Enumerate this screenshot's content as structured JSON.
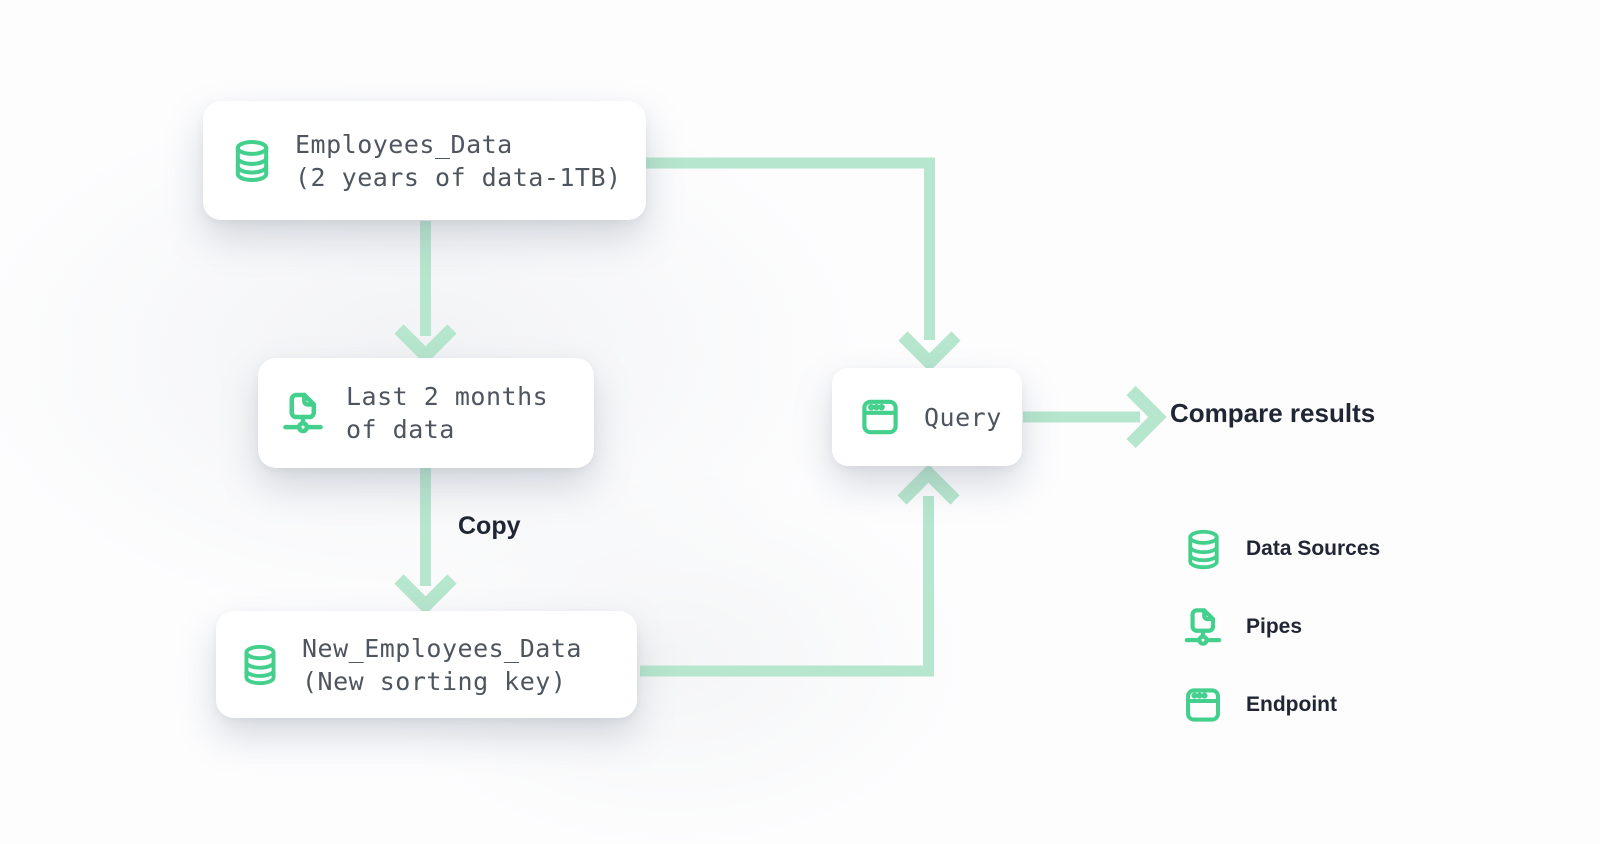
{
  "diagram": {
    "nodes": {
      "employees_data": {
        "icon": "database-icon",
        "line1": "Employees_Data",
        "line2": "(2 years of data-1TB)"
      },
      "last_two_months": {
        "icon": "pipe-icon",
        "line1": "Last 2 months",
        "line2": "of data"
      },
      "new_employees_data": {
        "icon": "database-icon",
        "line1": "New_Employees_Data",
        "line2": "(New sorting key)"
      },
      "query": {
        "icon": "endpoint-icon",
        "label": "Query"
      }
    },
    "edge_labels": {
      "copy": "Copy"
    },
    "result_label": "Compare results",
    "legend": {
      "items": [
        {
          "icon": "database-icon",
          "label": "Data Sources"
        },
        {
          "icon": "pipe-icon",
          "label": "Pipes"
        },
        {
          "icon": "endpoint-icon",
          "label": "Endpoint"
        }
      ]
    },
    "colors": {
      "icon_green": "#43cf8c",
      "arrow_mint": "#b6e6cd",
      "mono_text": "#4e555e",
      "label_text": "#202634",
      "card": "#ffffff",
      "background": "#fdfdfe"
    }
  }
}
